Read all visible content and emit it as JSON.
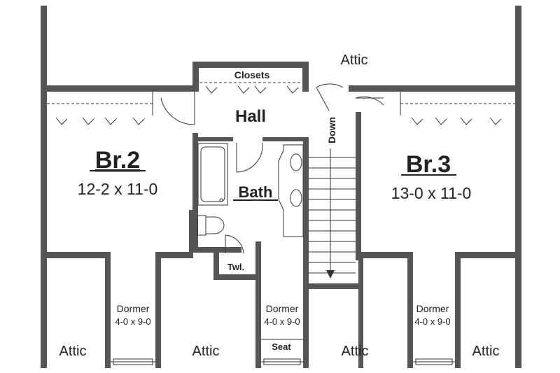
{
  "rooms": {
    "attic_top": "Attic",
    "closets": "Closets",
    "hall": "Hall",
    "down": "Down",
    "bedroom_2": {
      "name": "Br.2",
      "size": "12-2 x 11-0"
    },
    "bedroom_3": {
      "name": "Br.3",
      "size": "13-0 x 11-0"
    },
    "bath": "Bath",
    "towel": "Twl.",
    "seat": "Seat",
    "dormer_left": {
      "name": "Dormer",
      "size": "4-0 x 9-0"
    },
    "dormer_center": {
      "name": "Dormer",
      "size": "4-0 x 9-0"
    },
    "dormer_right": {
      "name": "Dormer",
      "size": "4-0 x 9-0"
    },
    "attic_bottom": [
      "Attic",
      "Attic",
      "Attic",
      "Attic"
    ]
  },
  "colors": {
    "wall": "#555555",
    "line": "#333333",
    "background": "#ffffff"
  }
}
